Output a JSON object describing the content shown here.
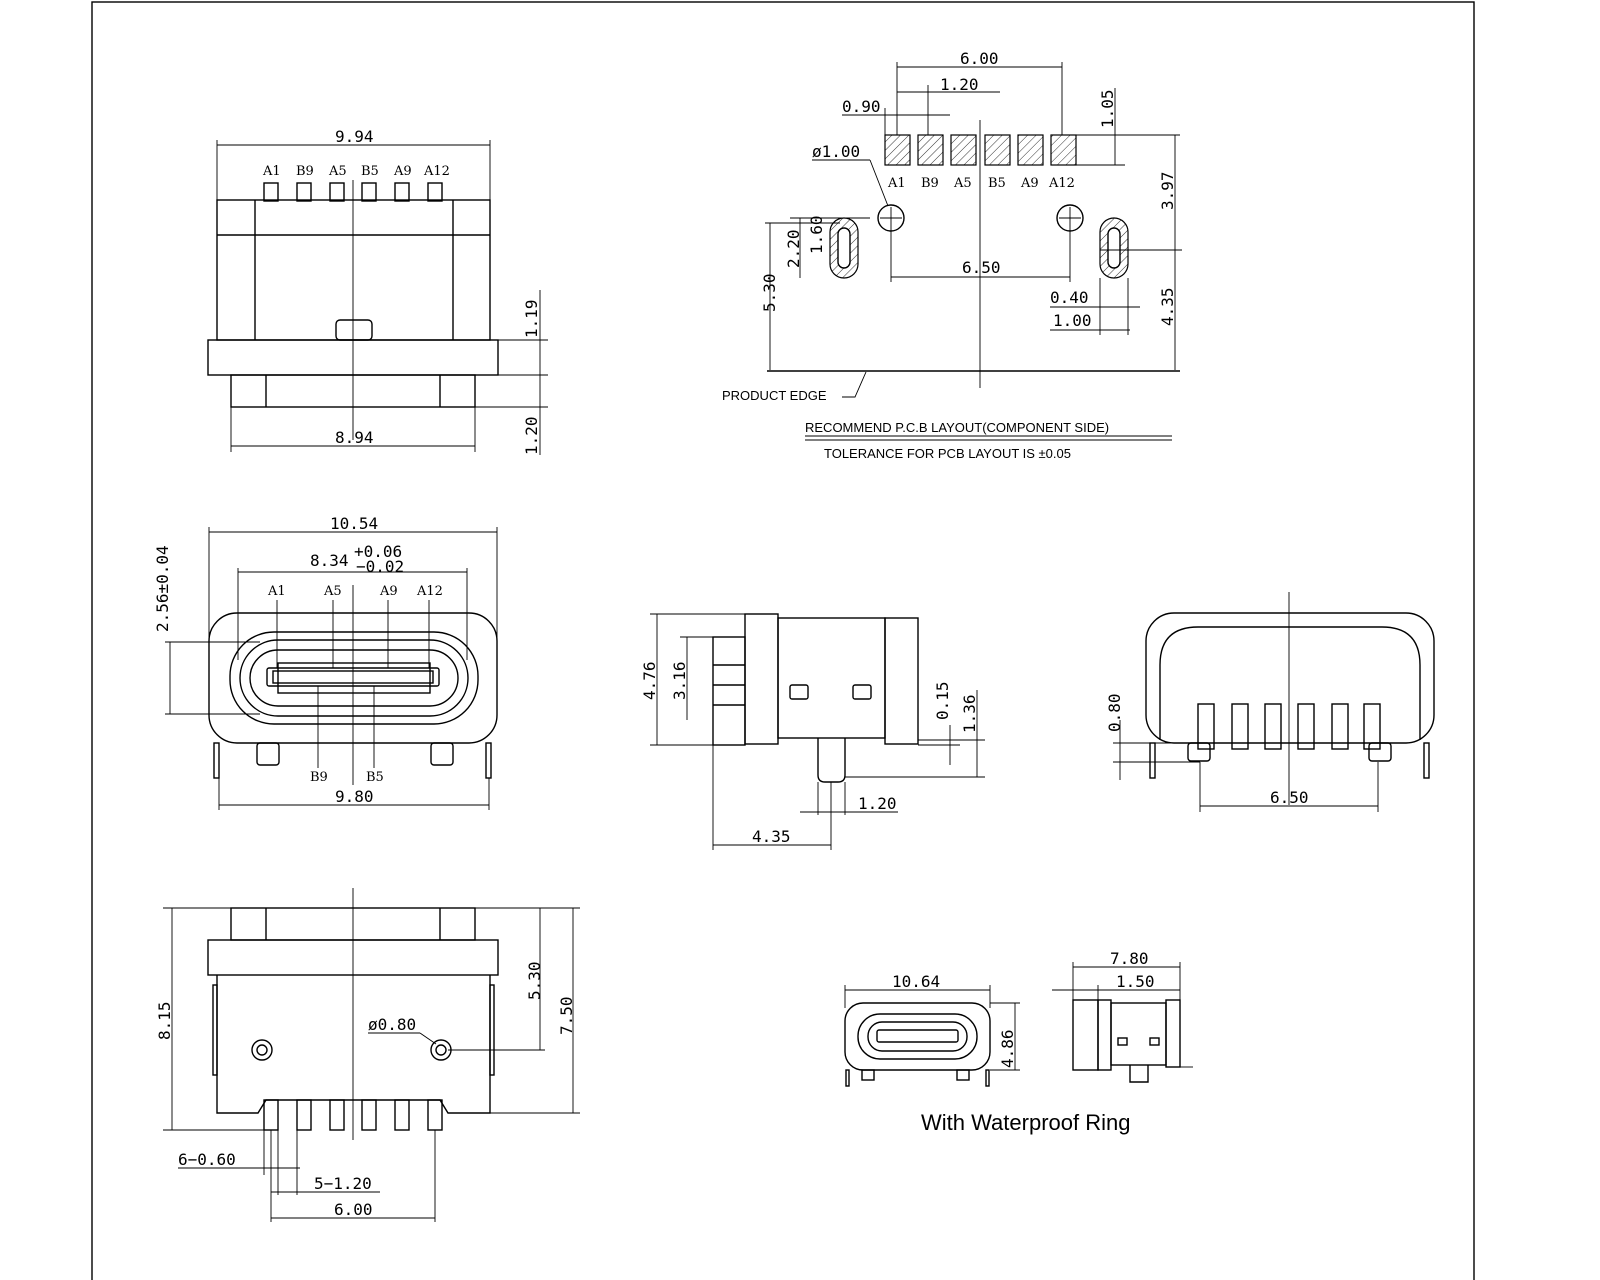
{
  "top_view": {
    "width": "9.94",
    "pins": [
      "A1",
      "B9",
      "A5",
      "B5",
      "A9",
      "A12"
    ],
    "bottom_width": "8.94",
    "h1": "1.19",
    "h2": "1.20"
  },
  "pcb_layout": {
    "pitch_total": "6.00",
    "pitch": "1.20",
    "pad_width": "0.90",
    "pad_height": "1.05",
    "hole_dia": "ø1.00",
    "pins": [
      "A1",
      "B9",
      "A5",
      "B5",
      "A9",
      "A12"
    ],
    "slot_outer": "2.20",
    "slot_inner": "1.60",
    "edge_to_slot": "5.30",
    "hole_spacing": "6.50",
    "slot_w_inner": "0.40",
    "slot_w_outer": "1.00",
    "pad_to_slot": "3.97",
    "slot_to_edge": "4.35",
    "product_edge": "PRODUCT EDGE",
    "title": "RECOMMEND P.C.B LAYOUT(COMPONENT SIDE)",
    "tolerance": "TOLERANCE FOR PCB LAYOUT IS ±0.05"
  },
  "front_view": {
    "width": "10.54",
    "inner_width": "8.34",
    "tol_plus": "+0.06",
    "tol_minus": "−0.02",
    "height": "2.56±0.04",
    "top_pins": [
      "A1",
      "A5",
      "A9",
      "A12"
    ],
    "bottom_pins": [
      "B9",
      "B5"
    ],
    "leg_span": "9.80"
  },
  "side_view": {
    "height": "4.76",
    "inner_height": "3.16",
    "h1": "0.15",
    "h2": "1.36",
    "tab": "1.20",
    "depth": "4.35"
  },
  "rear_view": {
    "h": "0.80",
    "span": "6.50"
  },
  "bottom_view": {
    "length": "8.15",
    "hole_pos": "5.30",
    "total": "7.50",
    "hole_dia": "ø0.80",
    "pin_w": "6−0.60",
    "pin_pitch": "5−1.20",
    "pin_span": "6.00"
  },
  "waterproof": {
    "width": "10.64",
    "height": "4.86",
    "depth": "7.80",
    "ring": "1.50",
    "caption": "With Waterproof Ring"
  }
}
